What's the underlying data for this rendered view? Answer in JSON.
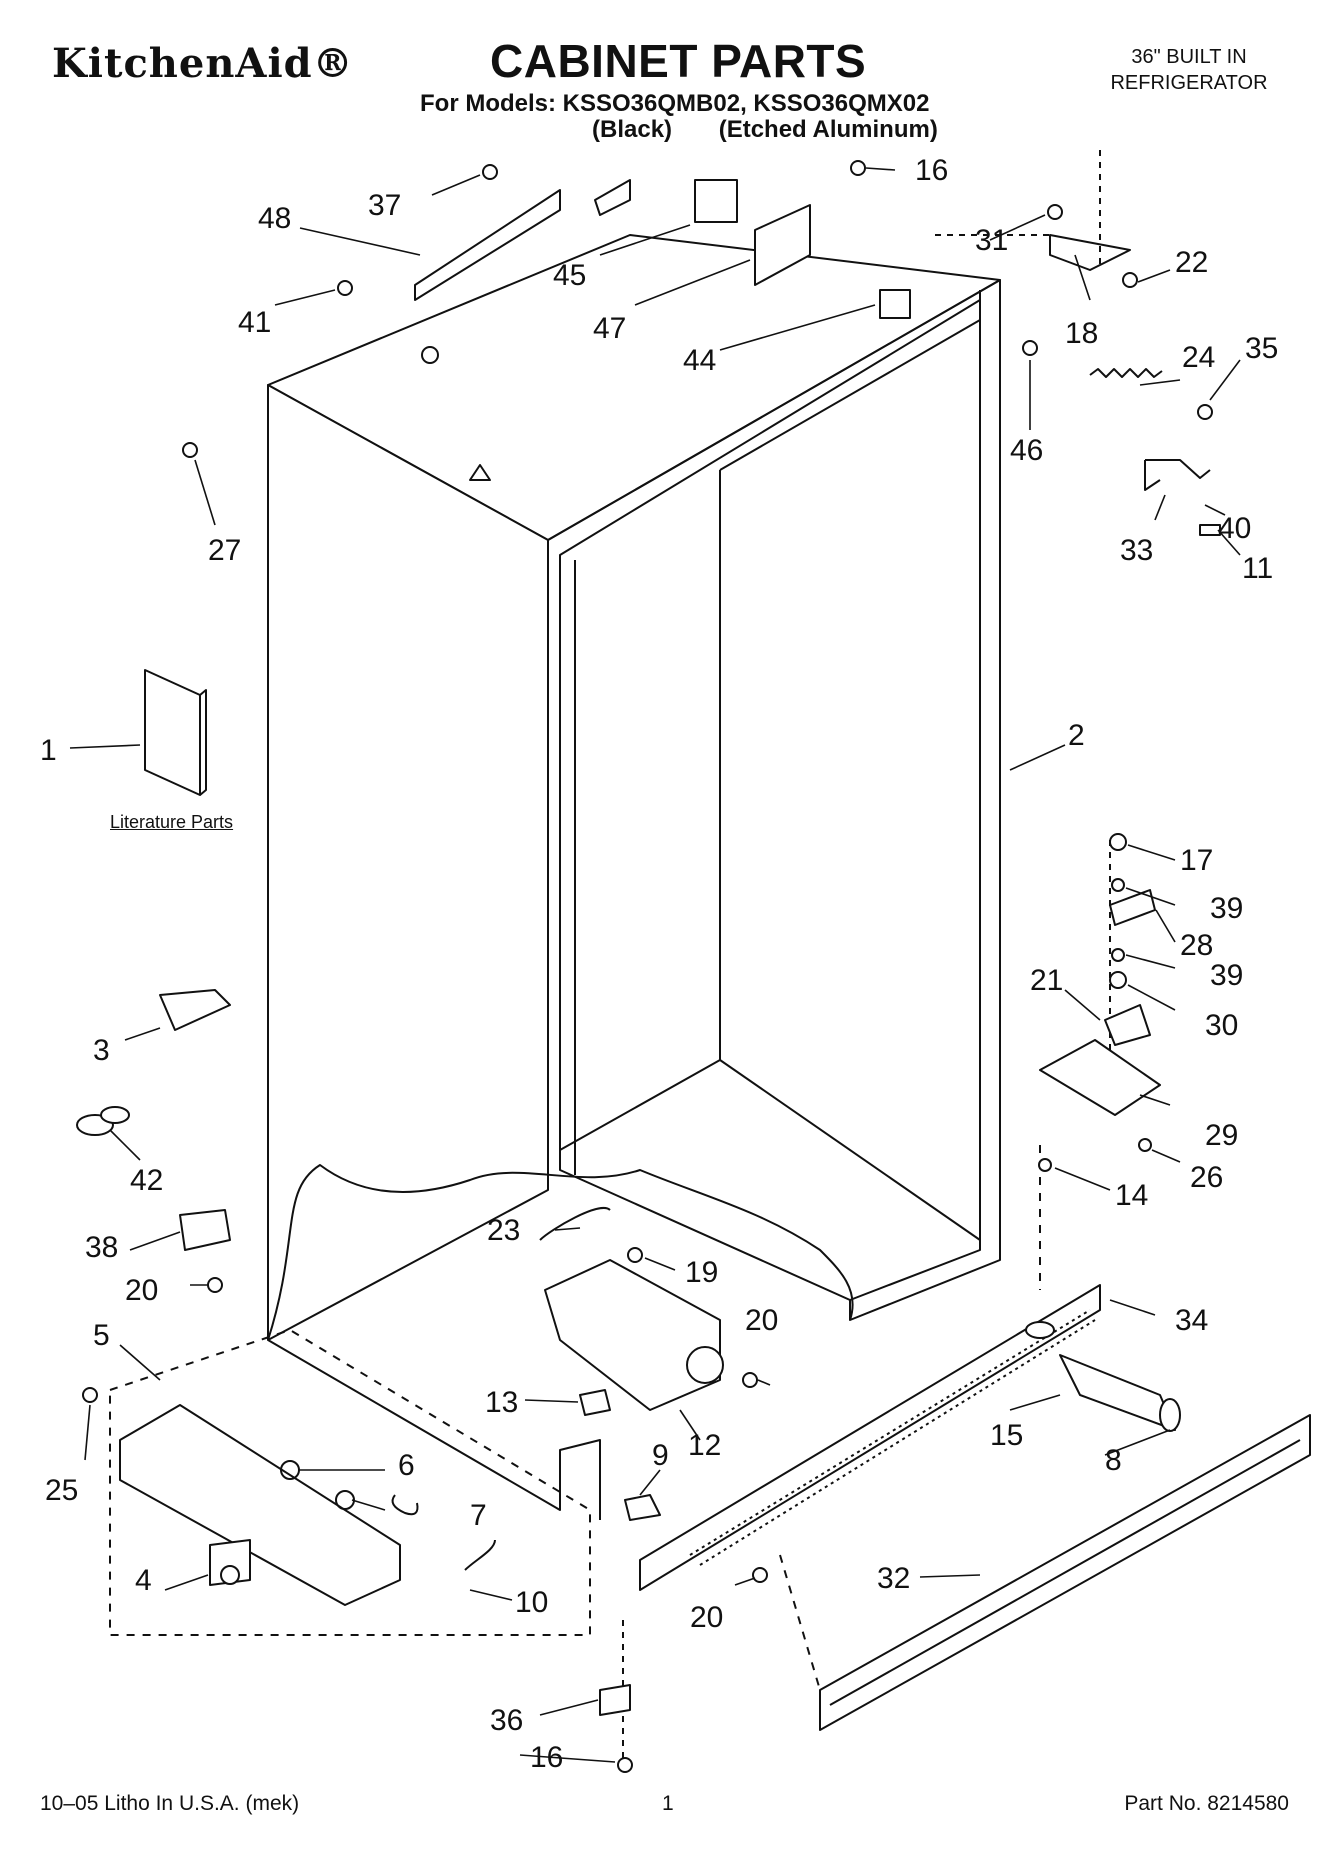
{
  "header": {
    "brand": "KitchenAid®",
    "title": "CABINET PARTS",
    "models_line": "For Models: KSSO36QMB02, KSSO36QMX02",
    "variants_line": "(Black)       (Etched Aluminum)",
    "product_line1": "36\" BUILT IN",
    "product_line2": "REFRIGERATOR"
  },
  "literature_label": "Literature Parts",
  "callouts": [
    "1",
    "2",
    "3",
    "4",
    "5",
    "6",
    "7",
    "8",
    "9",
    "10",
    "11",
    "12",
    "13",
    "14",
    "15",
    "16",
    "16",
    "17",
    "18",
    "19",
    "20",
    "20",
    "20",
    "20",
    "21",
    "22",
    "23",
    "24",
    "25",
    "26",
    "27",
    "28",
    "29",
    "30",
    "31",
    "32",
    "33",
    "34",
    "35",
    "36",
    "37",
    "38",
    "39",
    "39",
    "40",
    "41",
    "42",
    "44",
    "45",
    "46",
    "47",
    "48"
  ],
  "footer": {
    "left": "10–05 Litho In U.S.A. (mek)",
    "center": "1",
    "right": "Part No. 8214580"
  }
}
